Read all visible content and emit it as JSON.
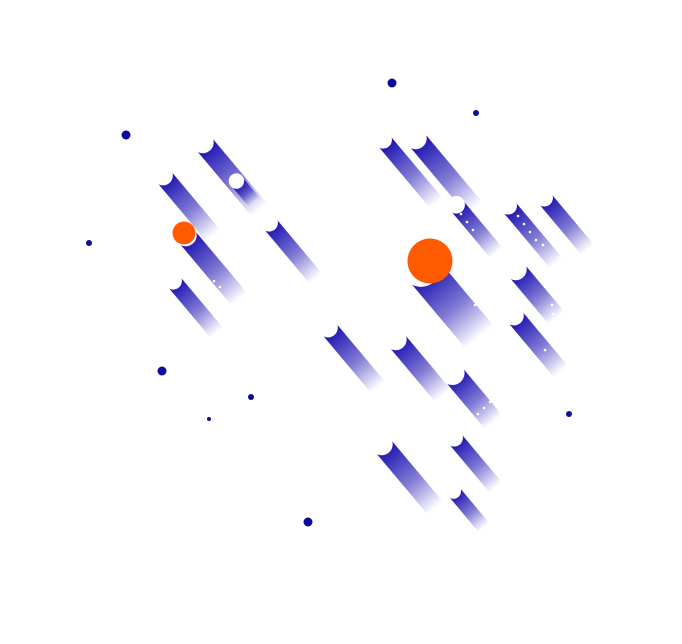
{
  "colors": {
    "background": "#ffffff",
    "primary_blue": "#1a0fb0",
    "dot_blue": "#0b0a9c",
    "accent_orange": "#ff5a00"
  },
  "illustration": {
    "kind": "abstract-meteor-pattern",
    "streak_direction": "diagonal-down-right",
    "streak_fill": "blue-to-white-gradient",
    "small_dot_count": 11,
    "orange_circle_count": 2
  }
}
